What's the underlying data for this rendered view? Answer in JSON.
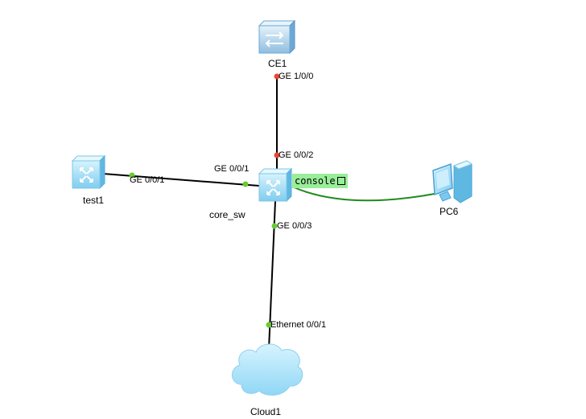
{
  "colors": {
    "ethernet_link": "#000000",
    "console_link": "#1f8a1f",
    "port_down": "#ee4433",
    "port_up": "#66cc33",
    "device_fill": "#9adcf5",
    "cloud_fill": "#a9e3fa",
    "console_tag_bg": "#99ee99"
  },
  "devices": {
    "ce1": {
      "label": "CE1",
      "icon": "ce-switch-icon"
    },
    "test1": {
      "label": "test1",
      "icon": "l3-switch-icon"
    },
    "core_sw": {
      "label": "core_sw",
      "icon": "l3-switch-icon"
    },
    "pc6": {
      "label": "PC6",
      "icon": "pc-icon"
    },
    "cloud1": {
      "label": "Cloud1",
      "icon": "cloud-icon"
    }
  },
  "ports": {
    "ce1_ge": "GE 1/0/0",
    "core_ge002": "GE 0/0/2",
    "core_ge001": "GE 0/0/1",
    "test1_ge001": "GE 0/0/1",
    "core_ge003": "GE 0/0/3",
    "cloud_eth": "Ethernet 0/0/1"
  },
  "links": [
    {
      "from": "ce1",
      "to": "core_sw",
      "type": "ethernet",
      "status": "down"
    },
    {
      "from": "test1",
      "to": "core_sw",
      "type": "ethernet",
      "status": "up"
    },
    {
      "from": "core_sw",
      "to": "cloud1",
      "type": "ethernet",
      "status": "up"
    },
    {
      "from": "core_sw",
      "to": "pc6",
      "type": "console",
      "status": "up"
    }
  ],
  "console_tag": {
    "label": "console"
  }
}
